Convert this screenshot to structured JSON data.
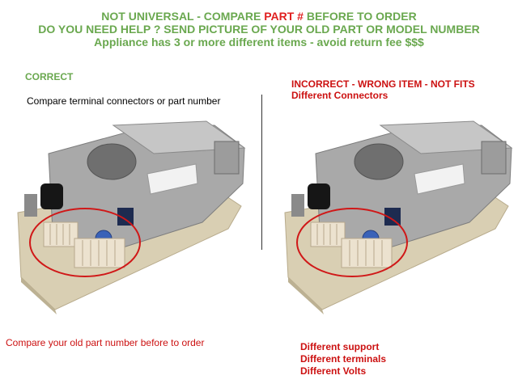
{
  "header": {
    "line1_a": "NOT UNIVERSAL - COMPARE ",
    "line1_b": "PART #",
    "line1_c": " BEFORE TO ORDER",
    "line2": "DO YOU NEED HELP ? SEND PICTURE OF YOUR OLD PART OR MODEL NUMBER",
    "line3": "Appliance has 3 or more different items  - avoid return fee $$$"
  },
  "left": {
    "status": "CORRECT",
    "caption": "Compare terminal connectors or part number",
    "footer": "Compare your old part number before to order"
  },
  "right": {
    "status": "INCORRECT - WRONG ITEM - NOT FITS",
    "subtitle": "Different Connectors",
    "differences": [
      "Different support",
      "Different terminals",
      "Different Volts"
    ]
  },
  "colors": {
    "green": "#6aa84f",
    "red": "#cc1111",
    "circle": "#d01818"
  }
}
